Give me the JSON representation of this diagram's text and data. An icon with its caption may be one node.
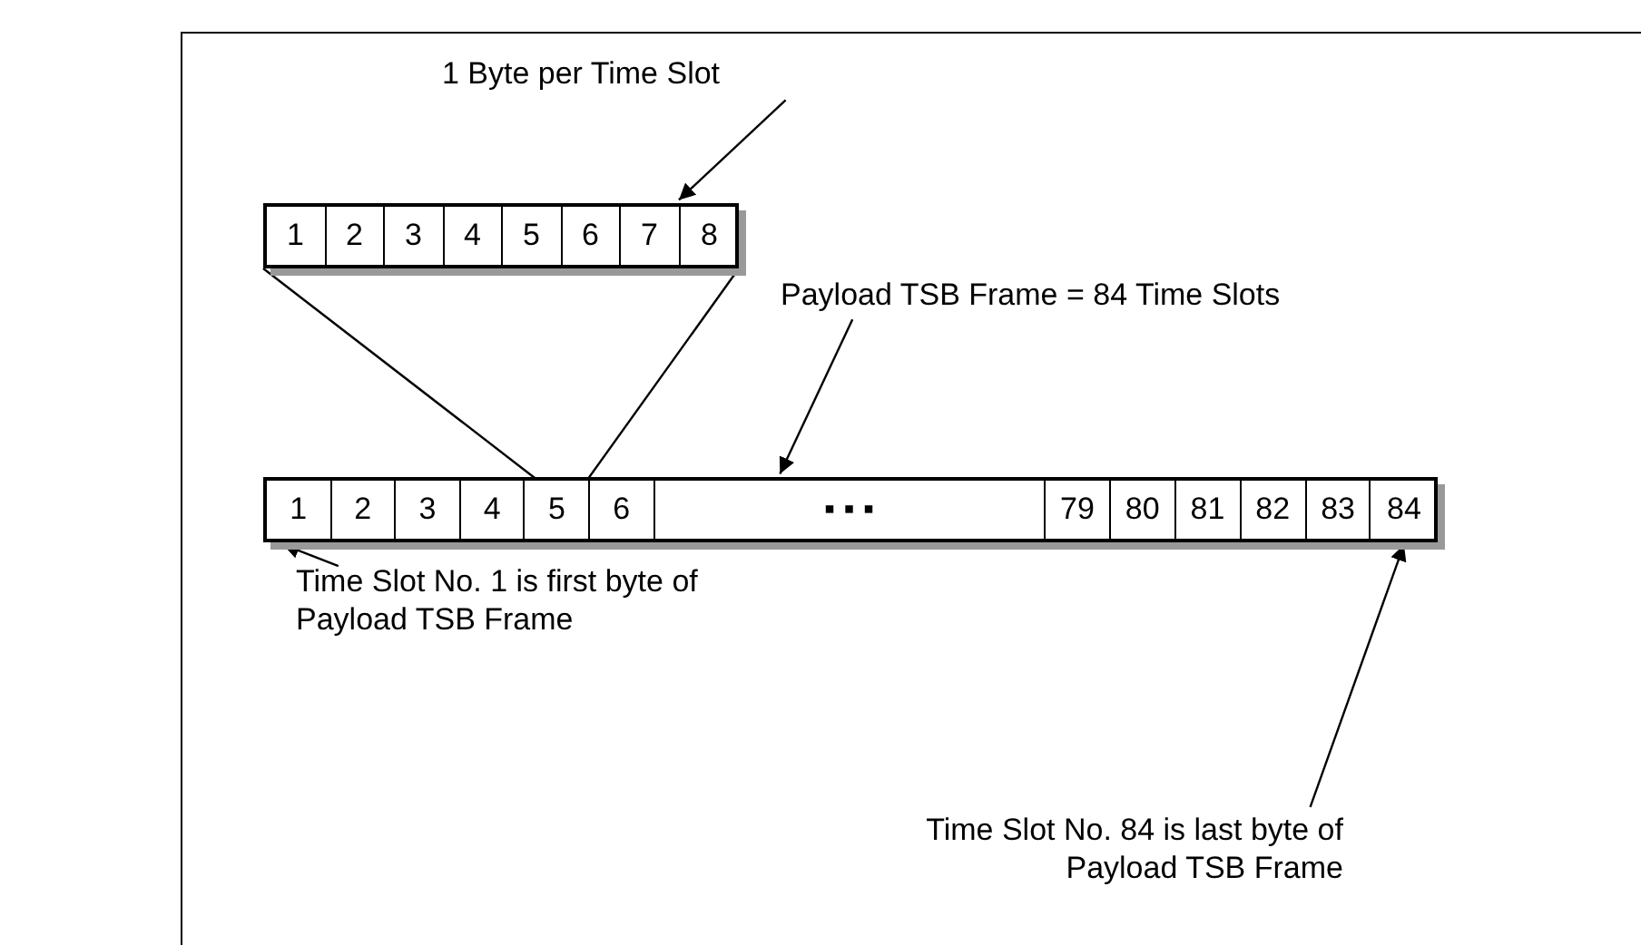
{
  "diagram": {
    "nodes": [
      {
        "text": [],
        "shape": "bar"
      },
      {
        "text": [
          "1"
        ],
        "in": 0
      },
      {
        "text": [
          "2"
        ],
        "in": 0
      },
      {
        "text": [
          "3"
        ],
        "in": 0
      },
      {
        "text": [
          "4"
        ],
        "in": 0
      },
      {
        "text": [
          "5"
        ],
        "in": 0
      },
      {
        "text": [
          "6"
        ],
        "in": 0
      },
      {
        "text": [
          "7"
        ],
        "in": 0
      },
      {
        "text": [
          "8"
        ],
        "in": 0
      },
      {
        "text": [],
        "shape": "bar"
      },
      {
        "text": [
          "1"
        ],
        "in": 9
      },
      {
        "text": [
          "2"
        ],
        "in": 9
      },
      {
        "text": [
          "3"
        ],
        "in": 9
      },
      {
        "text": [
          "4"
        ],
        "in": 9
      },
      {
        "text": [
          "5"
        ],
        "in": 9
      },
      {
        "text": [
          "6"
        ],
        "in": 9
      },
      {
        "text": [
          "▪ ▪ ▪"
        ],
        "in": 9
      },
      {
        "text": [
          "79"
        ],
        "in": 9
      },
      {
        "text": [
          "80"
        ],
        "in": 9
      },
      {
        "text": [
          "81"
        ],
        "in": 9
      },
      {
        "text": [
          "82"
        ],
        "in": 9
      },
      {
        "text": [
          "83"
        ],
        "in": 9
      },
      {
        "text": [
          "84"
        ],
        "in": 9
      },
      {
        "text": [
          "1 Byte per Time Slot"
        ]
      },
      {
        "text": [
          "Payload TSB Frame = 84 Time Slots"
        ]
      },
      {
        "text": [
          "Time Slot No. 1 is first byte of Payload TSB Frame"
        ]
      },
      {
        "text": [
          "Time Slot No. 84 is last byte of Payload TSB Frame"
        ]
      }
    ],
    "edges": [
      {
        "from": 0,
        "to": 14,
        "arrow": "none"
      },
      {
        "from": 0,
        "to": 14,
        "arrow": "none"
      },
      {
        "from": 23,
        "to": 0,
        "arrow": "to"
      },
      {
        "from": 24,
        "to": 9,
        "arrow": "to"
      },
      {
        "from": 25,
        "to": 10,
        "arrow": "to"
      },
      {
        "from": 26,
        "to": 22,
        "arrow": "to"
      }
    ]
  }
}
